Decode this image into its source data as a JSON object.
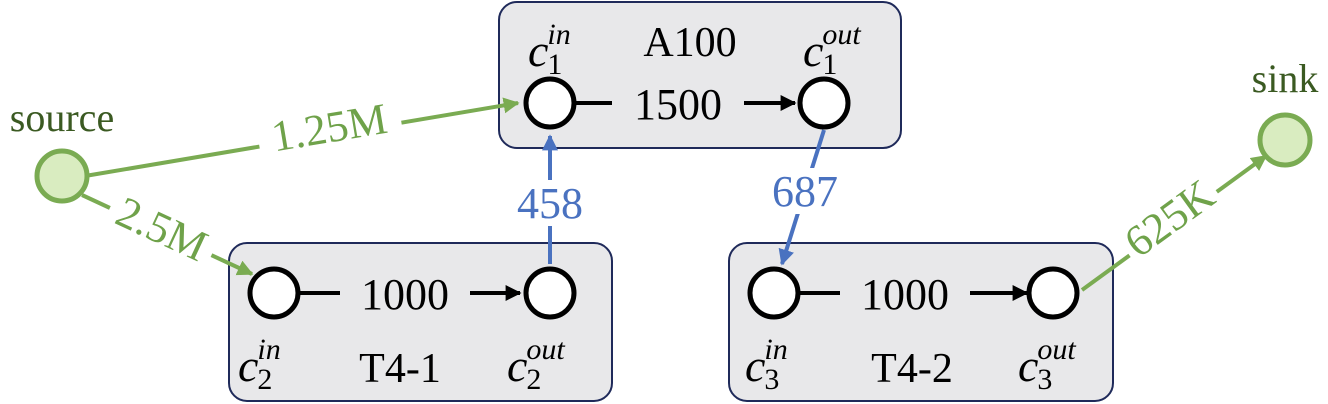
{
  "terminals": {
    "source": {
      "label": "source"
    },
    "sink": {
      "label": "sink"
    }
  },
  "gpus": [
    {
      "id": "gpu-a100",
      "name": "A100",
      "capacity": "1500",
      "in_var": "c",
      "in_sub": "1",
      "in_sup": "in",
      "out_var": "c",
      "out_sub": "1",
      "out_sup": "out"
    },
    {
      "id": "gpu-t4-1",
      "name": "T4-1",
      "capacity": "1000",
      "in_var": "c",
      "in_sub": "2",
      "in_sup": "in",
      "out_var": "c",
      "out_sub": "2",
      "out_sup": "out"
    },
    {
      "id": "gpu-t4-2",
      "name": "T4-2",
      "capacity": "1000",
      "in_var": "c",
      "in_sub": "3",
      "in_sup": "in",
      "out_var": "c",
      "out_sub": "3",
      "out_sup": "out"
    }
  ],
  "edges": {
    "source_to_a100": "1.25M",
    "source_to_t41": "2.5M",
    "t41_to_a100": "458",
    "a100_to_t42": "687",
    "t42_to_sink": "625K"
  },
  "colors": {
    "network_edge": "#4a72c0",
    "terminal_edge": "#7aab52",
    "box_fill": "#e8e8ea",
    "box_border": "#1f2a5a"
  }
}
